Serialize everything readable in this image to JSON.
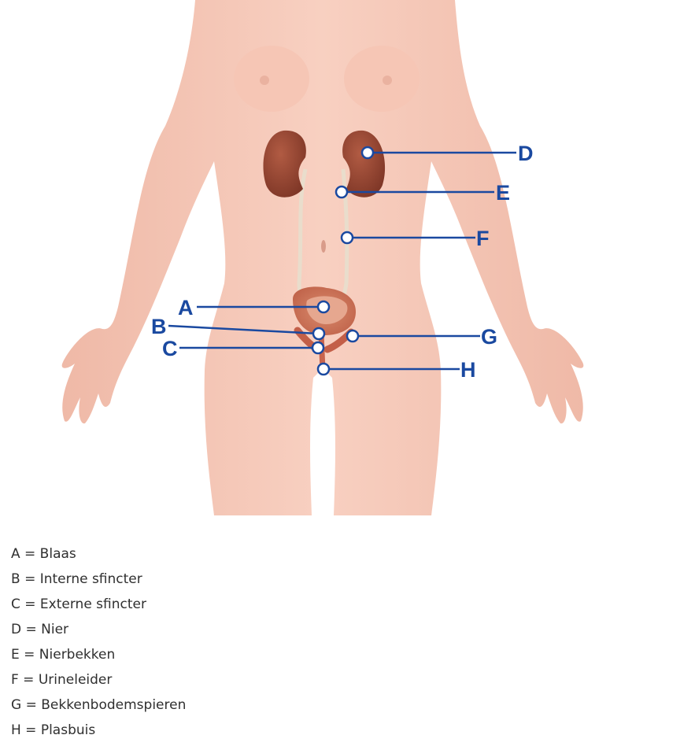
{
  "diagram": {
    "colors": {
      "accent": "#1a49a0",
      "skin": "#f6c8b8",
      "kidney": "#9c4a35",
      "tube": "#e8dccb"
    },
    "callouts": [
      {
        "letter": "A",
        "side": "left",
        "target": "bladder"
      },
      {
        "letter": "B",
        "side": "left",
        "target": "internal-sphincter"
      },
      {
        "letter": "C",
        "side": "left",
        "target": "external-sphincter"
      },
      {
        "letter": "D",
        "side": "right",
        "target": "kidney"
      },
      {
        "letter": "E",
        "side": "right",
        "target": "renal-pelvis"
      },
      {
        "letter": "F",
        "side": "right",
        "target": "ureter"
      },
      {
        "letter": "G",
        "side": "right",
        "target": "pelvic-floor-muscles"
      },
      {
        "letter": "H",
        "side": "right",
        "target": "urethra"
      }
    ]
  },
  "legend": [
    "A = Blaas",
    "B = Interne sfincter",
    "C = Externe sfincter",
    "D = Nier",
    "E = Nierbekken",
    "F = Urineleider",
    "G = Bekkenbodemspieren",
    "H = Plasbuis"
  ]
}
